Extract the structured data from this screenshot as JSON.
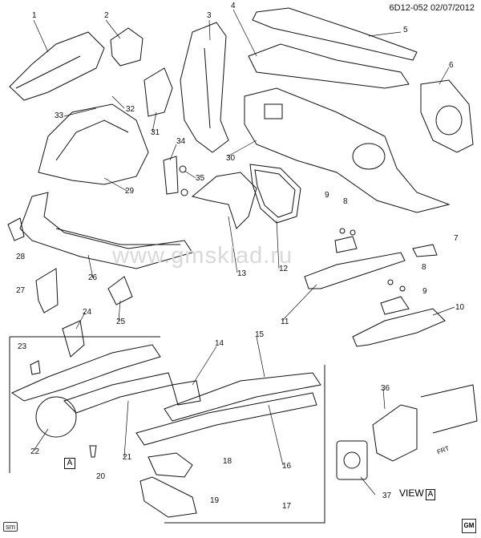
{
  "header": {
    "code": "6D12-052",
    "date": "02/07/2012"
  },
  "watermark": "www.gmsklad.ru",
  "footer": {
    "sm_tag": "sm",
    "logo": "GM"
  },
  "view_label": {
    "text": "VIEW",
    "ref": "A"
  },
  "detail_ref": "A",
  "fwd_label": "FRT",
  "callouts": [
    {
      "label": "1"
    },
    {
      "label": "2"
    },
    {
      "label": "3"
    },
    {
      "label": "4"
    },
    {
      "label": "5"
    },
    {
      "label": "6"
    },
    {
      "label": "33"
    },
    {
      "label": "32"
    },
    {
      "label": "31"
    },
    {
      "label": "30"
    },
    {
      "label": "34"
    },
    {
      "label": "35"
    },
    {
      "label": "29"
    },
    {
      "label": "9"
    },
    {
      "label": "8"
    },
    {
      "label": "7"
    },
    {
      "label": "28"
    },
    {
      "label": "26"
    },
    {
      "label": "13"
    },
    {
      "label": "12"
    },
    {
      "label": "27"
    },
    {
      "label": "25"
    },
    {
      "label": "11"
    },
    {
      "label": "8"
    },
    {
      "label": "9"
    },
    {
      "label": "10"
    },
    {
      "label": "24"
    },
    {
      "label": "23"
    },
    {
      "label": "14"
    },
    {
      "label": "15"
    },
    {
      "label": "22"
    },
    {
      "label": "21"
    },
    {
      "label": "16"
    },
    {
      "label": "36"
    },
    {
      "label": "20"
    },
    {
      "label": "18"
    },
    {
      "label": "37"
    },
    {
      "label": "19"
    },
    {
      "label": "17"
    }
  ],
  "colors": {
    "line": "#111111",
    "watermark": "#d9d9d9",
    "background": "#ffffff"
  }
}
